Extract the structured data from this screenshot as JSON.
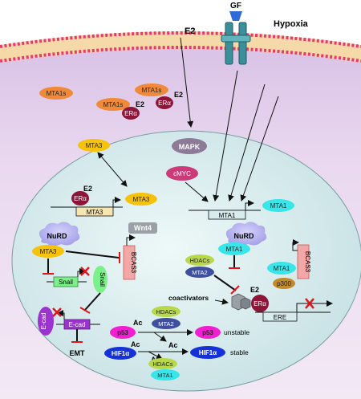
{
  "labels": {
    "gf": "GF",
    "hypoxia": "Hypoxia",
    "e2_top": "E2",
    "mta1s_left": "MTA1s",
    "mta1s_mid": "MTA1s",
    "mta1s_complex": "MTA1s",
    "e2_complex": "E2",
    "era_complex": "ERα",
    "e2_complex2": "E2",
    "era_complex2": "ERα",
    "mta3_cyto": "MTA3",
    "mapk": "MAPK",
    "cmyc": "cMYC",
    "era_mta3": "ERα",
    "e2_mta3": "E2",
    "mta3_gene": "MTA3",
    "mta3_product": "MTA3",
    "mta1_gene": "MTA1",
    "mta1_product": "MTA1",
    "wnt4": "Wnt4",
    "nurd_left": "NuRD",
    "mta3_nurd": "MTA3",
    "bcas3_left": "BCAS3",
    "snail_gene": "Snail",
    "snail_protein": "Snail",
    "ecad_protein": "E-cad",
    "ecad_gene": "E-cad",
    "emt": "EMT",
    "nurd_right": "NuRD",
    "mta1_nurd": "MTA1",
    "hdacs_1": "HDACs",
    "mta2_1": "MTA2",
    "mta1_right": "MTA1",
    "bcas3_right": "BCAS3",
    "p300": "p300",
    "coactivators": "coactivators",
    "e2_ere": "E2",
    "era_ere": "ERα",
    "ere": "ERE",
    "ac1": "Ac",
    "hdacs_2": "HDACs",
    "mta2_2": "MTA2",
    "p53_left": "p53",
    "ac2": "Ac",
    "p53_right": "p53",
    "unstable": "unstable",
    "ac3": "Ac",
    "hdacs_3": "HDACs",
    "hif1a_left": "HIF1α",
    "ac4": "Ac",
    "hif1a_right": "HIF1α",
    "stable": "stable",
    "mta1_bottom": "MTA1"
  },
  "colors": {
    "membrane_band": "#f6d9a8",
    "membrane_beads": "#e7386f",
    "cytoplasm": "#e9d6ee",
    "nucleus": "#d8ecee",
    "mta1s": "#f08a3a",
    "era": "#8e1538",
    "mta3": "#f7c20a",
    "mapk": "#8c7a96",
    "cmyc": "#cc3a7a",
    "mta1": "#38e6ea",
    "nurd": "#b7b3f2",
    "hdacs": "#b8d84a",
    "mta2": "#3d4f9e",
    "p53": "#f21fd2",
    "hif1a": "#1432d6",
    "bcas3": "#f4a7a7",
    "snail": "#7cf08a",
    "ecad": "#9b33cf",
    "inhibit": "#e0161b",
    "gf": "#2f6ad6",
    "receptor": "#3a8f9a"
  },
  "icons": [
    "receptor-icon",
    "dna-icon",
    "x-mark-icon",
    "nucleosome-icon"
  ]
}
